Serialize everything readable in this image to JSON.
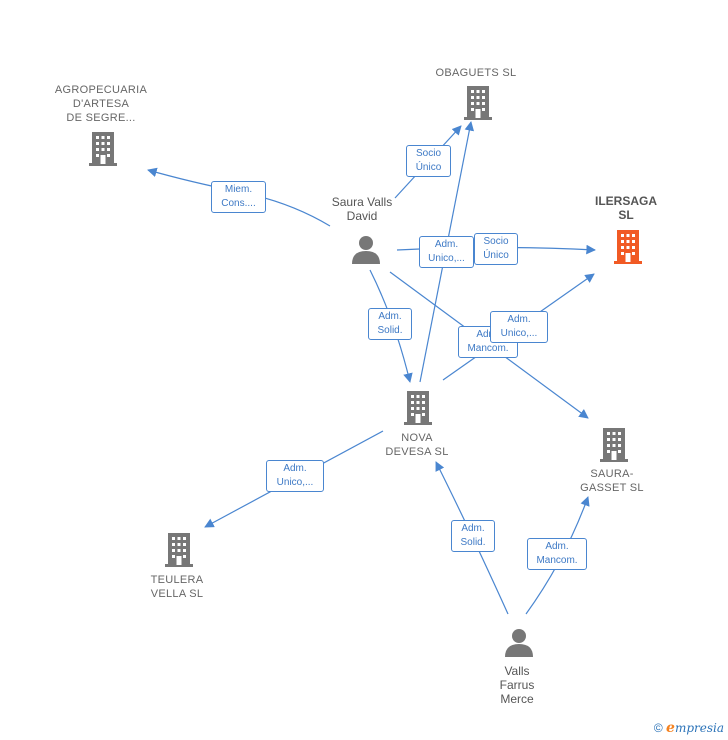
{
  "colors": {
    "edge": "#4a86d0",
    "company_icon": "#777777",
    "highlight_icon": "#f15a24",
    "person_icon": "#777777"
  },
  "nodes": {
    "agropecuaria": {
      "label": "AGROPECUARIA\nD'ARTESA\nDE SEGRE..."
    },
    "obaguets": {
      "label": "OBAGUETS  SL"
    },
    "ilersaga": {
      "label": "ILERSAGA\nSL"
    },
    "saura_valls": {
      "label": "Saura Valls\nDavid"
    },
    "nova_devesa": {
      "label": "NOVA\nDEVESA  SL"
    },
    "saura_gasset": {
      "label": "SAURA-\nGASSET SL"
    },
    "teulera": {
      "label": "TEULERA\nVELLA  SL"
    },
    "valls_farrus": {
      "label": "Valls\nFarrus\nMerce"
    }
  },
  "edges": {
    "saura_agropecuaria": "Miem.\nCons....",
    "saura_obaguets": "Socio\nÚnico",
    "saura_ilersaga_adm": "Adm.\nUnico,...",
    "saura_ilersaga_socio": "Socio\nÚnico",
    "saura_nova": "Adm.\nSolid.",
    "saura_gasset": "Adm.\nMancom.",
    "nova_ilersaga": "Adm.\nUnico,...",
    "nova_teulera": "Adm.\nUnico,...",
    "valls_nova": "Adm.\nSolid.",
    "valls_gasset": "Adm.\nMancom."
  },
  "footer": {
    "copyright": "©",
    "brand_e": "e",
    "brand_rest": "mpresia"
  }
}
